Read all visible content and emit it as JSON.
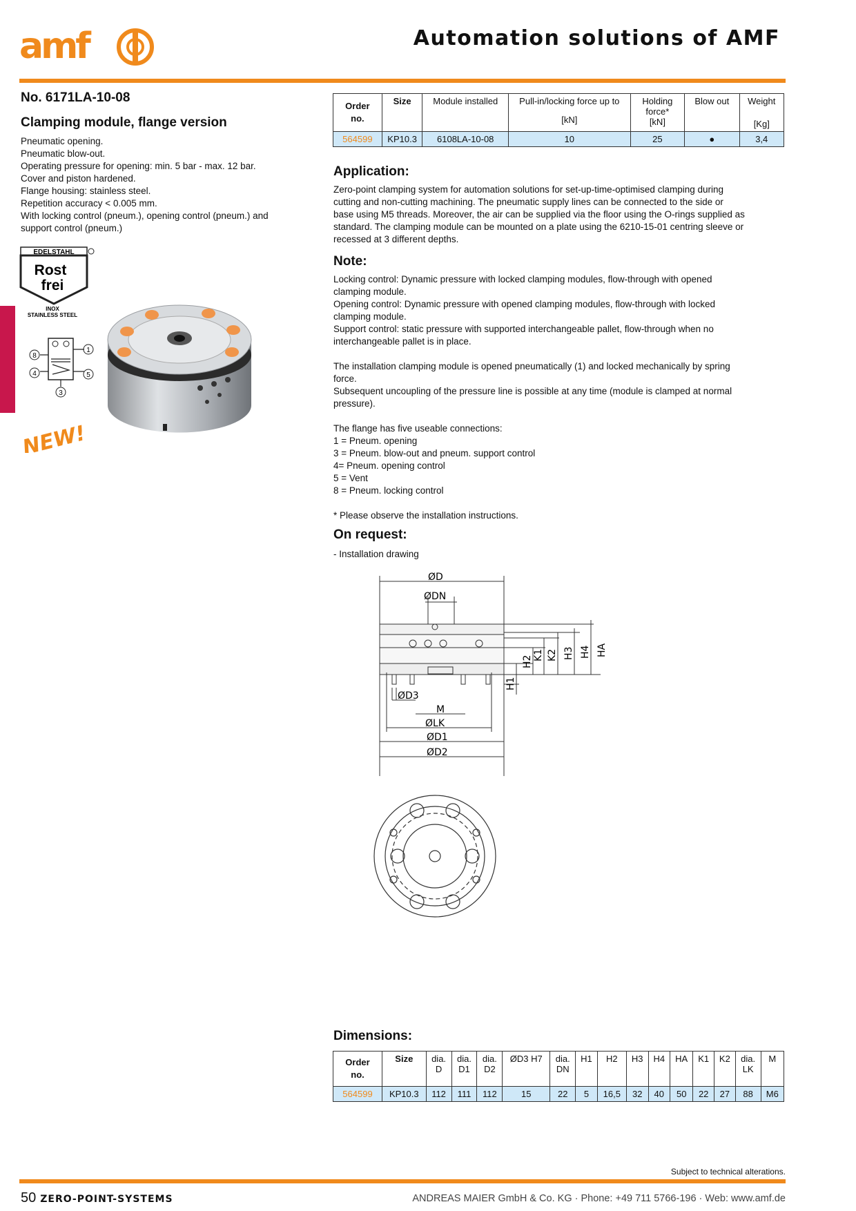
{
  "header": {
    "logo_text": "amf",
    "title": "Automation solutions of AMF"
  },
  "product": {
    "number": "No. 6171LA-10-08",
    "name": "Clamping module, flange version",
    "features": [
      "Pneumatic opening.",
      "Pneumatic blow-out.",
      "Operating pressure for opening: min. 5 bar - max. 12 bar.",
      "Cover and piston hardened.",
      "Flange housing: stainless steel.",
      "Repetition accuracy < 0.005 mm.",
      "With locking control (pneum.), opening control (pneum.) and",
      "support control (pneum.)"
    ]
  },
  "badges": {
    "edelstahl": "EDELSTAHL",
    "rost": "Rost",
    "frei": "frei",
    "inox": "INOX",
    "stainless": "STAINLESS STEEL",
    "new": "NEW!"
  },
  "symbol_ports": {
    "p8": "8",
    "p1": "1",
    "p4": "4",
    "p5": "5",
    "p3": "3"
  },
  "spec_table": {
    "headers": {
      "order": "Order no.",
      "size": "Size",
      "module": "Module installed",
      "pull": "Pull-in/locking force up to",
      "pull_unit": "[kN]",
      "holding": "Holding force*",
      "holding_unit": "[kN]",
      "blow": "Blow out",
      "weight": "Weight",
      "weight_unit": "[Kg]"
    },
    "row": {
      "order": "564599",
      "size": "KP10.3",
      "module": "6108LA-10-08",
      "pull": "10",
      "holding": "25",
      "blow": "●",
      "weight": "3,4"
    }
  },
  "application": {
    "heading": "Application:",
    "lines": [
      "Zero-point clamping system for automation solutions for set-up-time-optimised clamping during",
      "cutting and non-cutting machining. The pneumatic supply lines can be connected to the side or",
      "base using M5 threads. Moreover, the air can be supplied via the floor using the O-rings supplied as",
      "standard. The clamping module can be mounted on a plate using the 6210-15-01 centring sleeve or",
      "recessed at 3 different depths."
    ]
  },
  "note": {
    "heading": "Note:",
    "lines": [
      "Locking control: Dynamic pressure with locked clamping modules, flow-through with opened",
      "clamping module.",
      "Opening control: Dynamic pressure with opened clamping modules, flow-through with locked",
      "clamping module.",
      "Support control: static pressure with supported interchangeable pallet, flow-through when no",
      "interchangeable pallet is in place.",
      "",
      "The installation clamping module is opened pneumatically (1) and locked mechanically by spring",
      "force.",
      "Subsequent uncoupling of the pressure line is possible at any time (module is clamped at normal",
      "pressure).",
      "",
      "The flange has five useable connections:",
      "1 = Pneum. opening",
      "3 = Pneum. blow-out and pneum. support control",
      "4= Pneum. opening control",
      "5 = Vent",
      "8 = Pneum. locking control",
      "",
      "* Please observe the installation instructions."
    ]
  },
  "on_request": {
    "heading": "On request:",
    "item": "- Installation drawing"
  },
  "drawing_labels": {
    "d": "ØD",
    "dn": "ØDN",
    "d3": "ØD3",
    "m": "M",
    "lk": "ØLK",
    "d1": "ØD1",
    "d2": "ØD2",
    "h1": "H1",
    "h2": "H2",
    "k1": "K1",
    "k2": "K2",
    "h3": "H3",
    "h4": "H4",
    "ha": "HA"
  },
  "dimensions": {
    "heading": "Dimensions:",
    "headers": [
      {
        "top": "Order no.",
        "bottom": ""
      },
      {
        "top": "Size",
        "bottom": ""
      },
      {
        "top": "dia.",
        "bottom": "D"
      },
      {
        "top": "dia.",
        "bottom": "D1"
      },
      {
        "top": "dia.",
        "bottom": "D2"
      },
      {
        "top": "ØD3 H7",
        "bottom": ""
      },
      {
        "top": "dia.",
        "bottom": "DN"
      },
      {
        "top": "H1",
        "bottom": ""
      },
      {
        "top": "H2",
        "bottom": ""
      },
      {
        "top": "H3",
        "bottom": ""
      },
      {
        "top": "H4",
        "bottom": ""
      },
      {
        "top": "HA",
        "bottom": ""
      },
      {
        "top": "K1",
        "bottom": ""
      },
      {
        "top": "K2",
        "bottom": ""
      },
      {
        "top": "dia.",
        "bottom": "LK"
      },
      {
        "top": "M",
        "bottom": ""
      }
    ],
    "row": [
      "564599",
      "KP10.3",
      "112",
      "111",
      "112",
      "15",
      "22",
      "5",
      "16,5",
      "32",
      "40",
      "50",
      "22",
      "27",
      "88",
      "M6"
    ]
  },
  "footer": {
    "page": "50",
    "section": "ZERO-POINT-SYSTEMS",
    "company": "ANDREAS MAIER GmbH & Co. KG · Phone: +49 711 5766-196 · Web: www.amf.de",
    "note": "Subject to technical alterations."
  },
  "colors": {
    "brand_orange": "#f08a1c",
    "accent_pink": "#c8174c",
    "table_blue": "#cfe8f8"
  }
}
